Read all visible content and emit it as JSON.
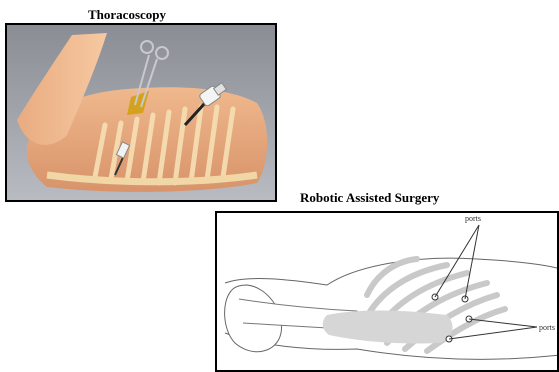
{
  "figures": {
    "thoracoscopy": {
      "title": "Thoracoscopy"
    },
    "robotic": {
      "title": "Robotic Assisted Surgery",
      "label_top": "ports",
      "label_right": "ports"
    }
  },
  "colors": {
    "skin": "#e8a77a",
    "ribs": "#f3d9a8",
    "background_gray": "#a3a6ad",
    "line_art": "#555555",
    "shading": "#cfcfcf"
  }
}
